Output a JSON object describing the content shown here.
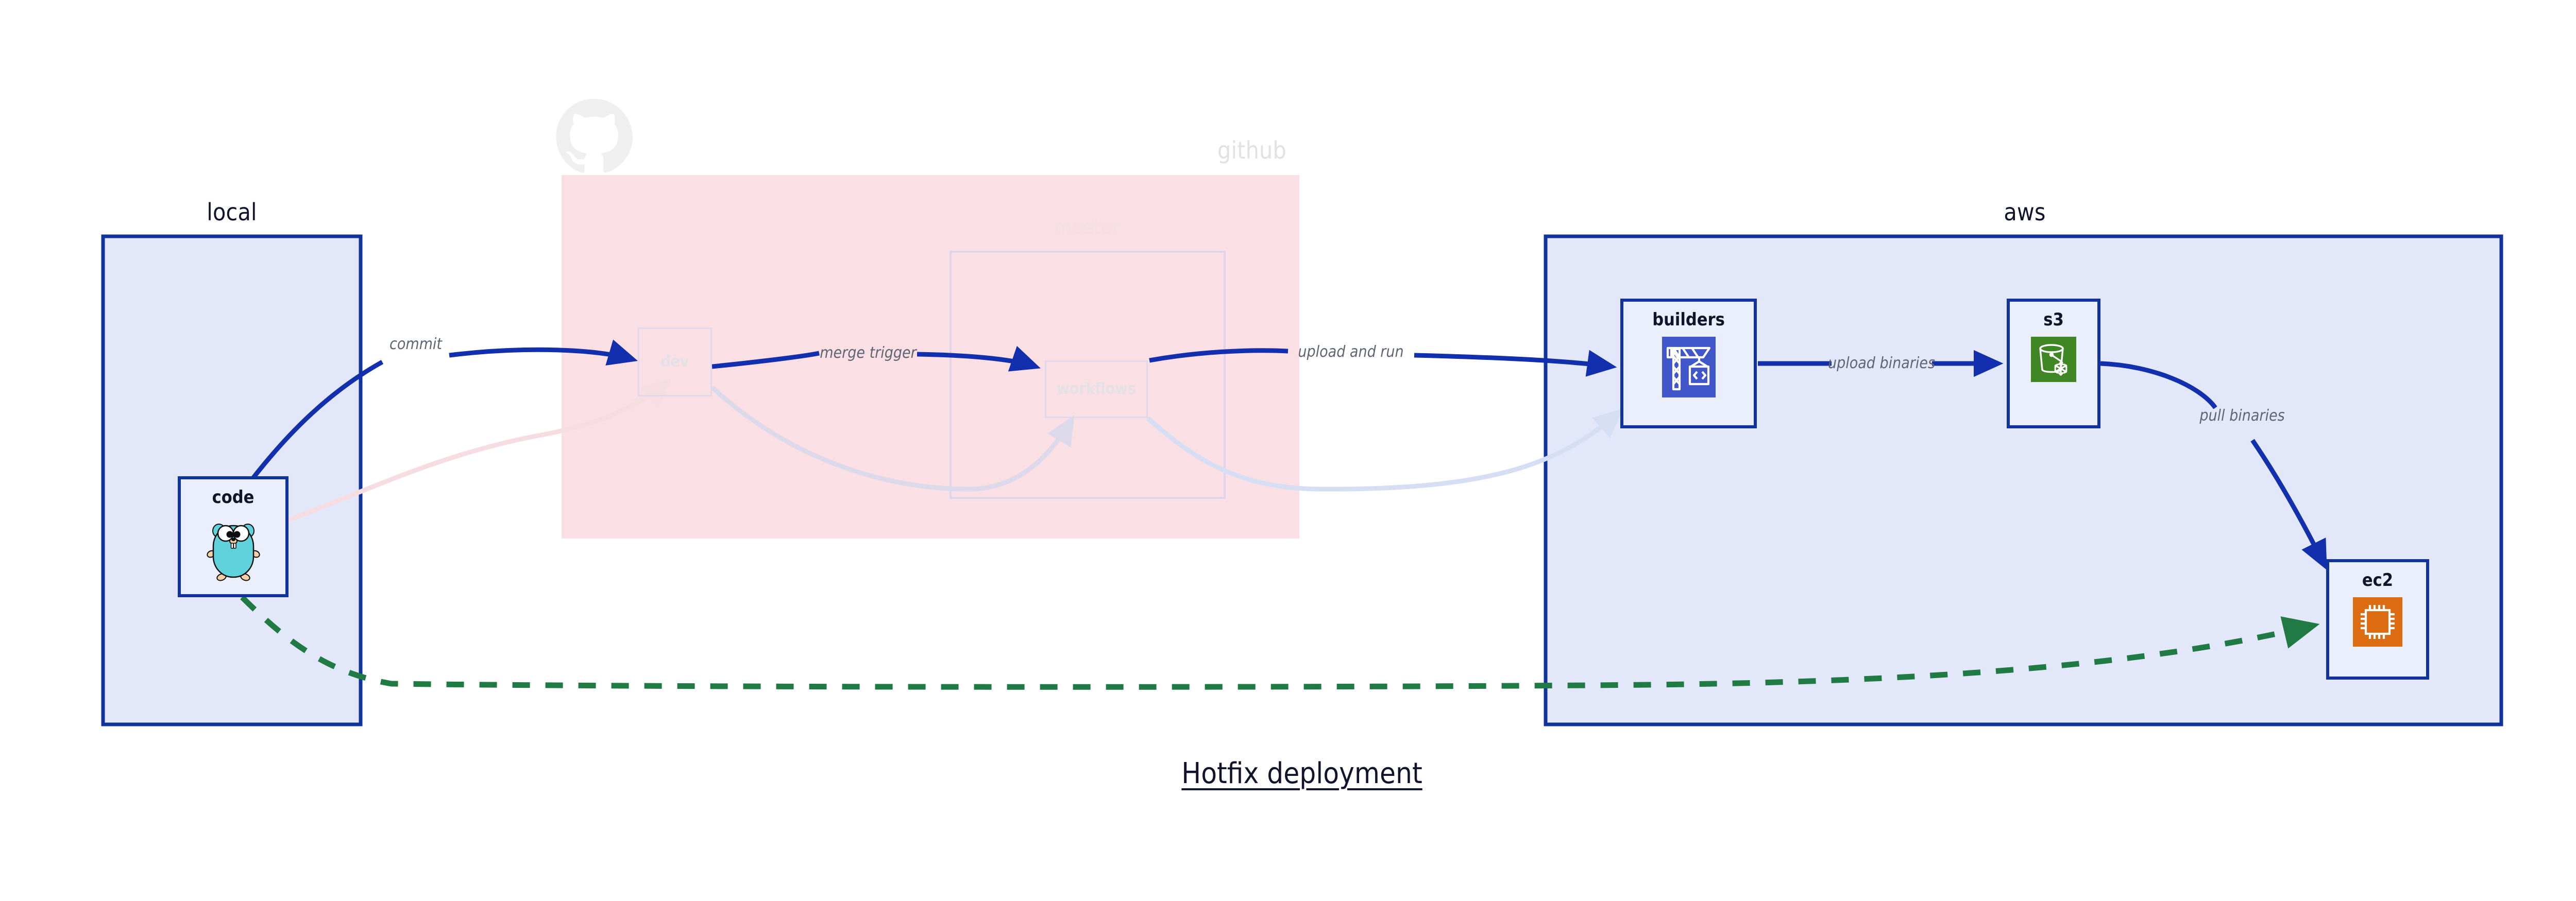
{
  "diagram": {
    "title": "Hotfix deployment",
    "colors": {
      "cluster_border_blue": "#11339c",
      "cluster_fill_blue": "#e2e8f9",
      "node_fill": "#eaeffb",
      "github_fill": "#fadfe4",
      "github_label": "#e2e2e2",
      "edge_blue": "#1230ad",
      "edge_green": "#1f7a43",
      "edge_label": "#5e6573",
      "title_color": "#11142b",
      "builders_icon_bg": "#4156c8",
      "s3_icon_bg": "#3f8624",
      "ec2_icon_bg": "#dd6b11"
    },
    "clusters": [
      {
        "id": "local",
        "label": "local",
        "state": "active"
      },
      {
        "id": "github",
        "label": "github",
        "state": "faded"
      },
      {
        "id": "master",
        "label": "master",
        "state": "faded"
      },
      {
        "id": "aws",
        "label": "aws",
        "state": "active"
      }
    ],
    "nodes": [
      {
        "id": "code",
        "label": "code",
        "icon": "go-gopher-icon",
        "cluster": "local",
        "state": "active"
      },
      {
        "id": "dev",
        "label": "dev",
        "icon": "none",
        "cluster": "github",
        "state": "faded"
      },
      {
        "id": "workflows",
        "label": "workflows",
        "icon": "none",
        "cluster": "master",
        "state": "faded"
      },
      {
        "id": "builders",
        "label": "builders",
        "icon": "aws-codebuild-icon",
        "cluster": "aws",
        "state": "active"
      },
      {
        "id": "s3",
        "label": "s3",
        "icon": "aws-s3-icon",
        "cluster": "aws",
        "state": "active"
      },
      {
        "id": "ec2",
        "label": "ec2",
        "icon": "aws-ec2-icon",
        "cluster": "aws",
        "state": "active"
      }
    ],
    "edges": [
      {
        "id": "commit",
        "from": "code",
        "to": "dev",
        "label": "commit",
        "style": "solid",
        "color": "blue"
      },
      {
        "id": "merge-trigger",
        "from": "dev",
        "to": "workflows",
        "label": "merge trigger",
        "style": "solid",
        "color": "blue"
      },
      {
        "id": "upload-and-run",
        "from": "workflows",
        "to": "builders",
        "label": "upload and run",
        "style": "solid",
        "color": "blue"
      },
      {
        "id": "upload-binaries",
        "from": "builders",
        "to": "s3",
        "label": "upload binaries",
        "style": "solid",
        "color": "blue"
      },
      {
        "id": "pull-binaries",
        "from": "s3",
        "to": "ec2",
        "label": "pull binaries",
        "style": "solid",
        "color": "blue"
      },
      {
        "id": "hotfix-direct",
        "from": "code",
        "to": "ec2",
        "label": "",
        "style": "dashed",
        "color": "green"
      }
    ],
    "faded_edges": [
      {
        "id": "ghost-code-dev",
        "from": "code",
        "to": "dev"
      },
      {
        "id": "ghost-dev-workflows",
        "from": "dev",
        "to": "workflows"
      },
      {
        "id": "ghost-workflows-builders",
        "from": "workflows",
        "to": "builders"
      }
    ]
  }
}
